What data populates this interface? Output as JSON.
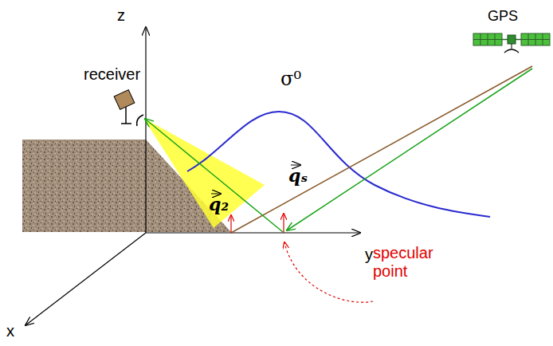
{
  "diagram": {
    "labels": [
      "z",
      "GPS",
      "receiver",
      "σ⁰",
      "q₂",
      "qₛ",
      "y",
      "x",
      "specular point"
    ]
  }
}
